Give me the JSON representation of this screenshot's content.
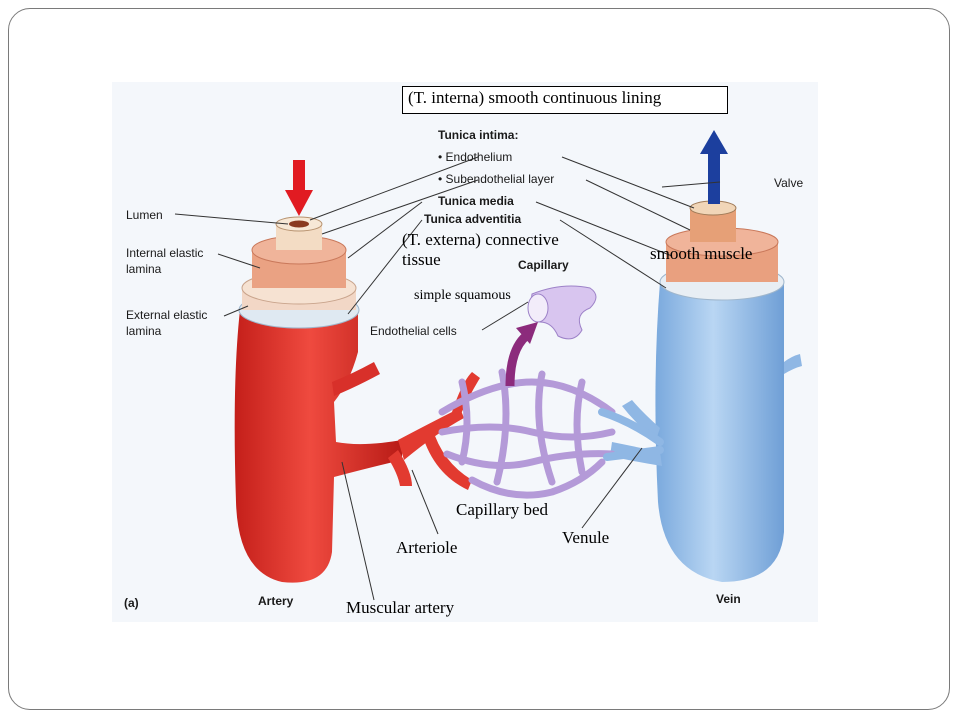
{
  "labels": {
    "tunica_interna_note": "(T. interna) smooth continuous lining",
    "tunica_intima": "Tunica intima:",
    "endothelium": "• Endothelium",
    "subendothelial_layer": "• Subendothelial layer",
    "tunica_media": "Tunica media",
    "tunica_adventitia": "Tunica adventitia",
    "tunica_externa_note_1": "(T. externa) connective",
    "tunica_externa_note_2": "tissue",
    "smooth_muscle": "smooth muscle",
    "lumen": "Lumen",
    "internal_elastic_lamina_1": "Internal elastic",
    "internal_elastic_lamina_2": "lamina",
    "external_elastic_lamina_1": "External elastic",
    "external_elastic_lamina_2": "lamina",
    "capillary": "Capillary",
    "simple_squamous": "simple squamous",
    "endothelial_cells": "Endothelial cells",
    "valve": "Valve",
    "capillary_bed": "Capillary bed",
    "arteriole": "Arteriole",
    "venule": "Venule",
    "muscular_artery": "Muscular artery",
    "panel": "(a)",
    "artery": "Artery",
    "vein": "Vein"
  },
  "colors": {
    "artery": "#e8342c",
    "vein": "#9cc3ea",
    "capillary": "#c9b6e6",
    "flow_in_arrow": "#e11b22",
    "flow_out_arrow": "#1c3f9e",
    "media": "#e9a07f",
    "figure_bg": "#f3f6fb"
  }
}
